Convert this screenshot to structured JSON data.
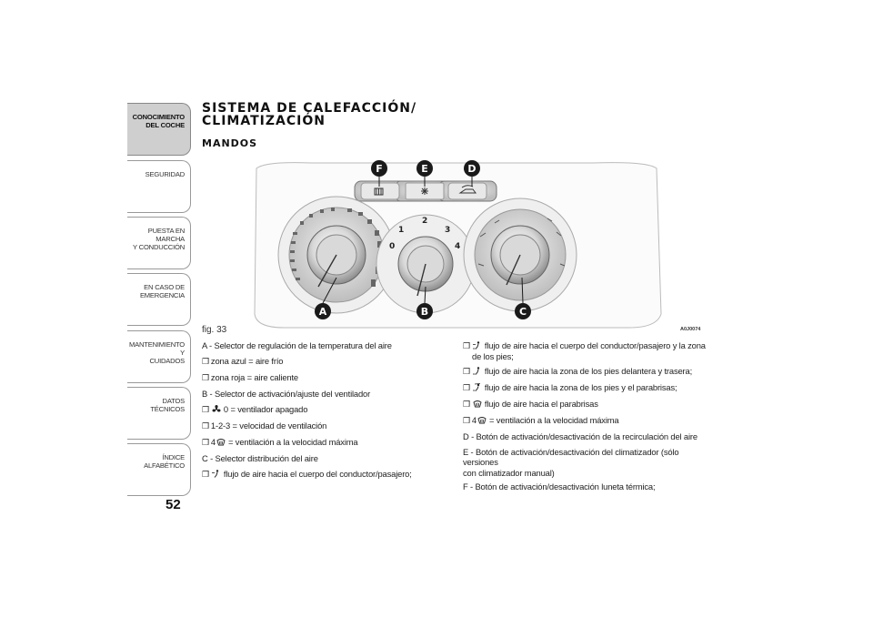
{
  "sidebar": {
    "items": [
      {
        "label": "CONOCIMIENTO\nDEL COCHE",
        "active": true
      },
      {
        "label": "SEGURIDAD",
        "active": false
      },
      {
        "label": "PUESTA EN MARCHA\nY CONDUCCIÓN",
        "active": false
      },
      {
        "label": "EN CASO DE\nEMERGENCIA",
        "active": false
      },
      {
        "label": "MANTENIMIENTO Y\nCUIDADOS",
        "active": false
      },
      {
        "label": "DATOS TÉCNICOS",
        "active": false
      },
      {
        "label": "ÍNDICE ALFABÉTICO",
        "active": false
      }
    ]
  },
  "page_number": "52",
  "title": "SISTEMA DE CALEFACCIÓN/ CLIMATIZACIÓN",
  "subtitle": "MANDOS",
  "figure": {
    "caption": "fig. 33",
    "code": "A0J0074",
    "callouts": [
      "F",
      "E",
      "D",
      "A",
      "B",
      "C"
    ],
    "fan_numbers": [
      "0",
      "1",
      "2",
      "3",
      "4"
    ]
  },
  "left_column": {
    "a_title": "A - Selector de regulación de la temperatura del aire",
    "a_item1": "zona azul = aire frío",
    "a_item2": "zona roja = aire caliente",
    "b_title": "B - Selector de activación/ajuste del ventilador",
    "b_item1": "0 = ventilador apagado",
    "b_item2": "1-2-3 = velocidad de ventilación",
    "b_item3_num": "4",
    "b_item3": "= ventilación a la velocidad máxima",
    "c_title": "C - Selector distribución del aire",
    "c_item1": "flujo de aire hacia el cuerpo del conductor/pasajero;"
  },
  "right_column": {
    "c_item2a": "flujo de aire hacia el cuerpo del conductor/pasajero y la zona",
    "c_item2b": "de los pies;",
    "c_item3": "flujo de aire hacia la zona de los pies delantera y trasera;",
    "c_item4": "flujo de aire hacia la zona de los pies y el parabrisas;",
    "c_item5": "flujo de aire hacia el parabrisas",
    "c_item6_num": "4",
    "c_item6": "= ventilación a la velocidad máxima",
    "d_text": "D - Botón de activación/desactivación de la recirculación del aire",
    "e_text_a": "E - Botón de activación/desactivación del climatizador (sólo versiones",
    "e_text_b": "con climatizador manual)",
    "f_text": "F - Botón de activación/desactivación luneta térmica;"
  },
  "bullet_glyph": "❒"
}
